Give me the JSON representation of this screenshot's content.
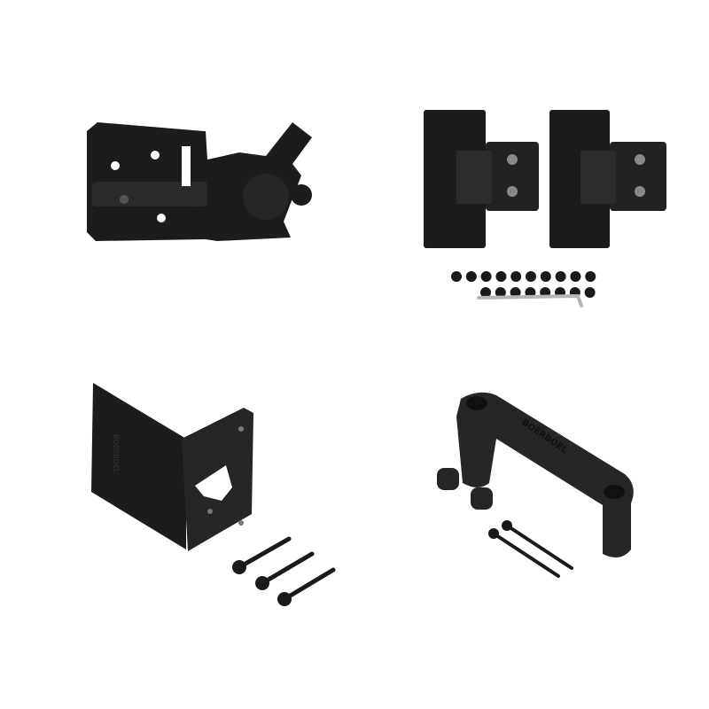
{
  "colors": {
    "background": "#ffffff",
    "accent_lines": "#d2e08c",
    "product": "#1c1c1c",
    "product_highlight": "#3a3a3a",
    "hex_key": "#b5b5b5"
  },
  "products": [
    {
      "name": "gate-latch"
    },
    {
      "name": "hinge-pair"
    },
    {
      "name": "hinge-screws"
    },
    {
      "name": "corner-bracket",
      "logo_text": "BOERBOEL"
    },
    {
      "name": "bracket-screws"
    },
    {
      "name": "pull-handle",
      "logo_text": "BOERBOEL"
    },
    {
      "name": "handle-caps"
    },
    {
      "name": "handle-bolts"
    }
  ]
}
